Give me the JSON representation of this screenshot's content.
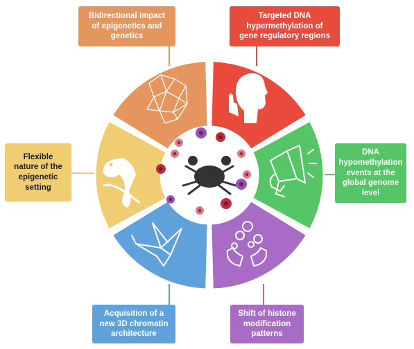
{
  "diagram": {
    "segments": [
      {
        "id": "bidirectional",
        "color": "#E5955E",
        "icon": "mesh-network-icon",
        "label": "Bidirectional impact\nof epigenetics and\ngenetics"
      },
      {
        "id": "targeted-hypermethylation",
        "color": "#E84B3C",
        "icon": "silence-gesture-icon",
        "label": "Targeted DNA\nhypermethylation of\ngene regulatory regions"
      },
      {
        "id": "hypomethylation",
        "color": "#55C567",
        "icon": "megaphone-icon",
        "label": "DNA\nhypomethylation\nevents at the\nglobal genome\nlevel"
      },
      {
        "id": "histone-shift",
        "color": "#A96CC6",
        "icon": "juggling-hands-icon",
        "label": "Shift of histone\nmodification\npatterns"
      },
      {
        "id": "chromatin-architecture",
        "color": "#5FA1DA",
        "icon": "origami-crane-icon",
        "label": "Acquisition of a\nnew 3D chromatin\narchitecture"
      },
      {
        "id": "flexible-setting",
        "color": "#F0CC73",
        "icon": "chameleon-icon",
        "label": "Flexible\nnature of the\nepigenetic\nsetting"
      }
    ],
    "center": {
      "icon": "crab-icon",
      "cells_icon": "cancer-cells-icon"
    }
  }
}
